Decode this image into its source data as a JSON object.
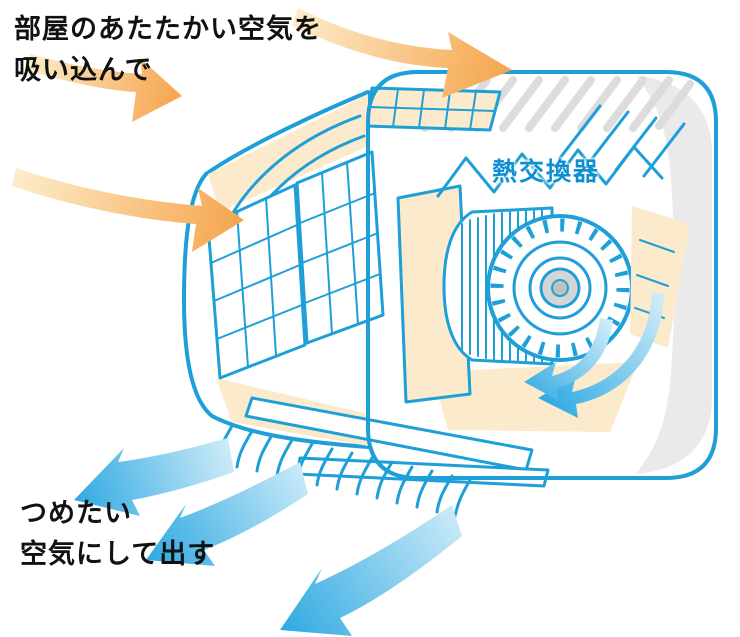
{
  "labels": {
    "intake_line1": "部屋のあたたかい空気を",
    "intake_line2": "吸い込んで",
    "heat_exchanger": "熱交換器",
    "output_line1": "つめたい",
    "output_line2": "空気にして出す"
  },
  "colors": {
    "outline_blue": "#1E9FD8",
    "label_blue": "#0D8FD1",
    "text_black": "#111111",
    "warm_arrow_strong": "#F5A44C",
    "warm_arrow_pale": "#FDEDCB",
    "cool_arrow_strong": "#2FA9E2",
    "cool_arrow_pale": "#CDEBF8",
    "body_cream": "#FBEACB",
    "unit_white": "#FFFFFF",
    "panel_gray": "#EAEAEA",
    "hatch_gray": "#DCDCDC",
    "hub_gray": "#D4D4D4",
    "hub_center_gray": "#C0C0C0"
  }
}
